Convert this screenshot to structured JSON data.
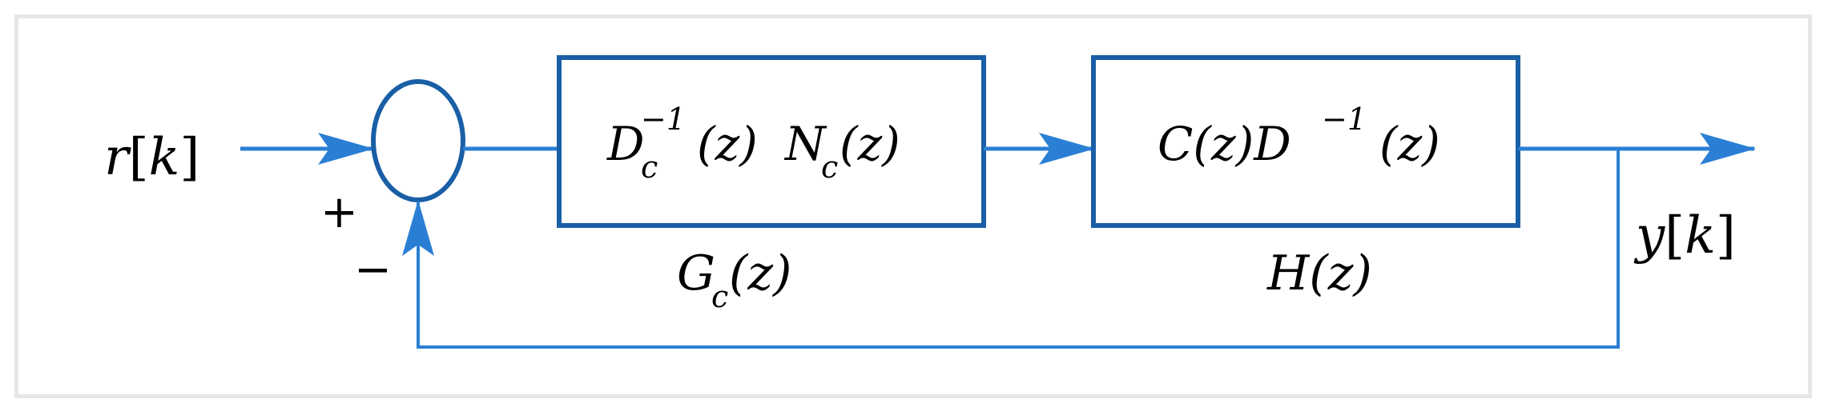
{
  "diagram": {
    "input_signal": {
      "name": "r",
      "index": "k"
    },
    "output_signal": {
      "name": "y",
      "index": "k"
    },
    "summing_junction": {
      "plus_sign": "+",
      "minus_sign": "−"
    },
    "controller_block": {
      "expr": {
        "a": "D",
        "a_sub": "c",
        "a_sup": "−1",
        "a_arg": "(z)",
        "b": "N",
        "b_sub": "c",
        "b_arg": "(z)"
      },
      "label": {
        "main": "G",
        "sub": "c",
        "arg": "(z)"
      }
    },
    "plant_block": {
      "expr": {
        "a": "C(z)D",
        "a_sup": "−1",
        "a_arg": "(z)"
      },
      "label": {
        "main": "H(z)"
      }
    },
    "colors": {
      "block_border": "#1a5fa6",
      "wire": "#2a7fd4",
      "frame": "#e6e6e6"
    }
  }
}
